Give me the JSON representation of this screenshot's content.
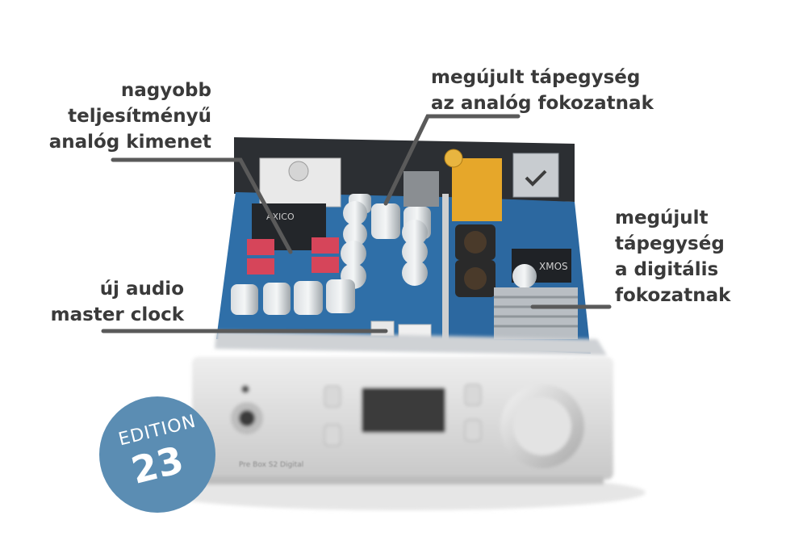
{
  "callouts": {
    "analog_output": {
      "lines": [
        "nagyobb",
        "teljesítményű",
        "analóg kimenet"
      ]
    },
    "analog_power": {
      "lines": [
        "megújult tápegység",
        "az analóg fokozatnak"
      ]
    },
    "digital_power": {
      "lines": [
        "megújult",
        "tápegység",
        "a digitális",
        "fokozatnak"
      ]
    },
    "master_clock": {
      "lines": [
        "új audio",
        "master clock"
      ]
    }
  },
  "badge": {
    "edition_label": "EDITION",
    "edition_number": "23"
  },
  "device": {
    "faceplate_label": "Pre Box S2 Digital",
    "chip_label": "AXICO",
    "processor_label": "XMOS"
  },
  "colors": {
    "callout_text": "#3a3a3a",
    "leader_line": "#5a5a5a",
    "badge": "#5b8db3",
    "pcb": "#2f6fa8",
    "chassis": "#dcdcdc"
  }
}
